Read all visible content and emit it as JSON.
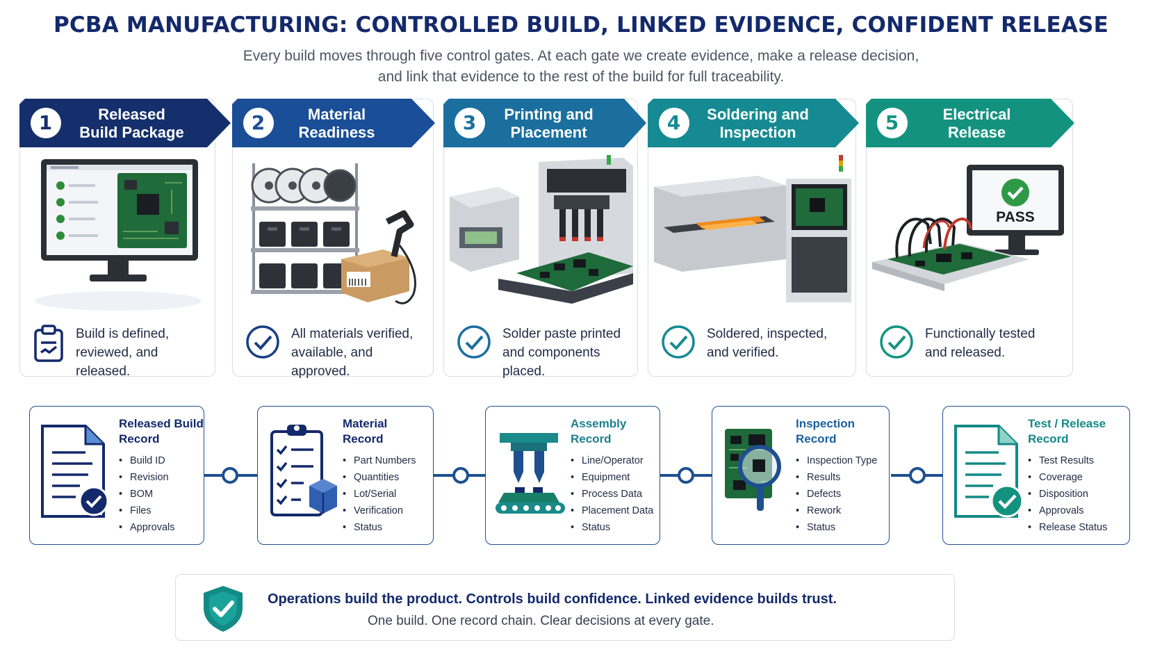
{
  "header": {
    "title": "PCBA MANUFACTURING: CONTROLLED BUILD, LINKED EVIDENCE, CONFIDENT RELEASE",
    "subtitle_line1": "Every build moves through five control gates. At each gate we create evidence, make a release decision,",
    "subtitle_line2": "and link that evidence to the rest of the build for full traceability."
  },
  "gates": [
    {
      "number": "1",
      "title_line1": "Released",
      "title_line2": "Build Package",
      "color": "#142f6b",
      "footer_line1": "Build is defined,",
      "footer_line2": "reviewed, and released.",
      "footer_icon": "clipboard-icon"
    },
    {
      "number": "2",
      "title_line1": "Material",
      "title_line2": "Readiness",
      "color": "#1a4e96",
      "footer_line1": "All materials verified,",
      "footer_line2": "available, and approved.",
      "footer_icon": "check-circle-icon"
    },
    {
      "number": "3",
      "title_line1": "Printing and",
      "title_line2": "Placement",
      "color": "#1a6f9e",
      "footer_line1": "Solder paste printed",
      "footer_line2": "and components placed.",
      "footer_icon": "check-circle-icon"
    },
    {
      "number": "4",
      "title_line1": "Soldering and",
      "title_line2": "Inspection",
      "color": "#168a92",
      "footer_line1": "Soldered, inspected,",
      "footer_line2": "and verified.",
      "footer_icon": "check-circle-icon"
    },
    {
      "number": "5",
      "title_line1": "Electrical",
      "title_line2": "Release",
      "color": "#13937f",
      "footer_line1": "Functionally tested",
      "footer_line2": "and released.",
      "footer_icon": "check-circle-icon",
      "pass_label": "PASS"
    }
  ],
  "records": [
    {
      "title_line1": "Released Build",
      "title_line2": "Record",
      "color": "#13296b",
      "items": [
        "Build ID",
        "Revision",
        "BOM",
        "Files",
        "Approvals"
      ]
    },
    {
      "title_line1": "Material",
      "title_line2": "Record",
      "color": "#13296b",
      "items": [
        "Part Numbers",
        "Quantities",
        "Lot/Serial",
        "Verification",
        "Status"
      ]
    },
    {
      "title_line1": "Assembly",
      "title_line2": "Record",
      "color": "#1a7f8c",
      "items": [
        "Line/Operator",
        "Equipment",
        "Process Data",
        "Placement Data",
        "Status"
      ]
    },
    {
      "title_line1": "Inspection",
      "title_line2": "Record",
      "color": "#1a5f9e",
      "items": [
        "Inspection Type",
        "Results",
        "Defects",
        "Rework",
        "Status"
      ]
    },
    {
      "title_line1": "Test / Release",
      "title_line2": "Record",
      "color": "#138a86",
      "items": [
        "Test Results",
        "Coverage",
        "Disposition",
        "Approvals",
        "Release Status"
      ]
    }
  ],
  "banner": {
    "headline": "Operations build the product. Controls build confidence. Linked evidence builds trust.",
    "tagline": "One build. One record chain. Clear decisions at every gate."
  }
}
